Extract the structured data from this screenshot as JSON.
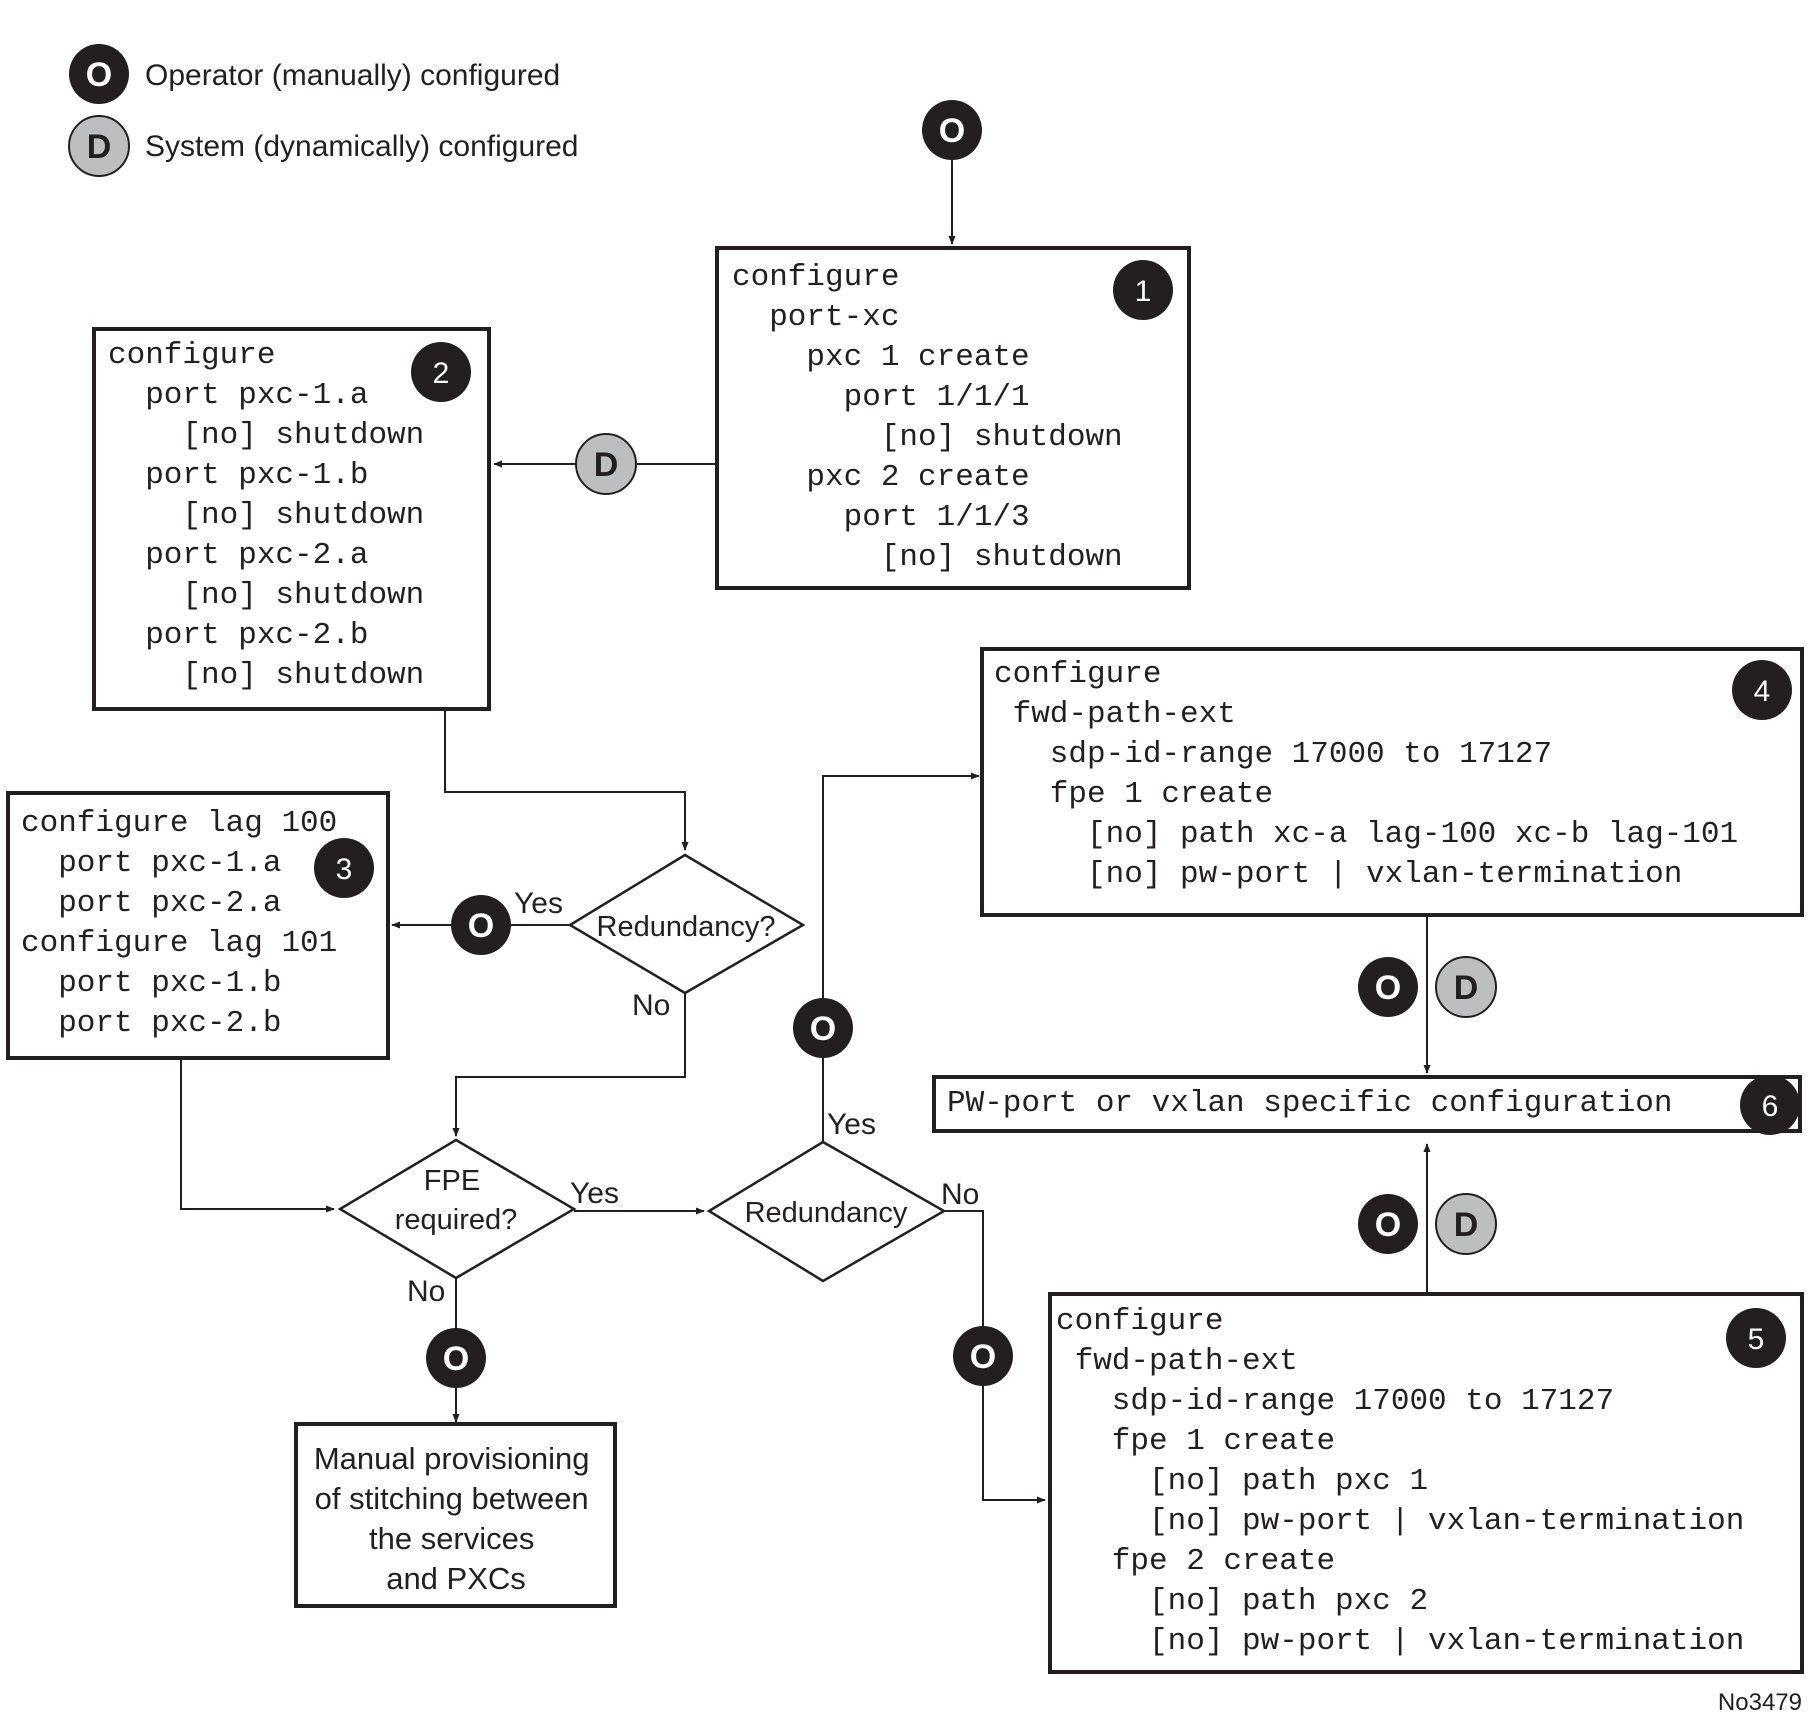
{
  "legend": {
    "operator": {
      "symbol": "O",
      "label": "Operator (manually) configured"
    },
    "system": {
      "symbol": "D",
      "label": "System (dynamically) configured"
    }
  },
  "box1": {
    "number": "1",
    "lines": [
      "configure",
      "  port-xc",
      "    pxc 1 create",
      "      port 1/1/1",
      "        [no] shutdown",
      "    pxc 2 create",
      "      port 1/1/3",
      "        [no] shutdown"
    ]
  },
  "box2": {
    "number": "2",
    "lines": [
      "configure",
      "  port pxc-1.a",
      "    [no] shutdown",
      "  port pxc-1.b",
      "    [no] shutdown",
      "  port pxc-2.a",
      "    [no] shutdown",
      "  port pxc-2.b",
      "    [no] shutdown"
    ]
  },
  "box3": {
    "number": "3",
    "lines": [
      "configure lag 100",
      "  port pxc-1.a",
      "  port pxc-2.a",
      "configure lag 101",
      "  port pxc-1.b",
      "  port pxc-2.b"
    ]
  },
  "box4": {
    "number": "4",
    "lines": [
      "configure",
      " fwd-path-ext",
      "   sdp-id-range 17000 to 17127",
      "   fpe 1 create",
      "     [no] path xc-a lag-100 xc-b lag-101",
      "     [no] pw-port | vxlan-termination"
    ]
  },
  "box5": {
    "number": "5",
    "lines": [
      "configure",
      " fwd-path-ext",
      "   sdp-id-range 17000 to 17127",
      "   fpe 1 create",
      "     [no] path pxc 1",
      "     [no] pw-port | vxlan-termination",
      "   fpe 2 create",
      "     [no] path pxc 2",
      "     [no] pw-port | vxlan-termination"
    ]
  },
  "box6": {
    "number": "6",
    "text": "PW-port or vxlan specific configuration"
  },
  "manual_box": {
    "lines": [
      "Manual provisioning",
      "of stitching between",
      "the services",
      "and PXCs"
    ]
  },
  "decisions": {
    "redundancy1": "Redundancy?",
    "fpe_line1": "FPE",
    "fpe_line2": "required?",
    "redundancy2": "Redundancy"
  },
  "edge_labels": {
    "yes": "Yes",
    "no": "No"
  },
  "markers": {
    "operator": "O",
    "system": "D"
  },
  "figure_id": "No3479",
  "colors": {
    "ink": "#231f20",
    "system_fill": "#bcbec0"
  }
}
